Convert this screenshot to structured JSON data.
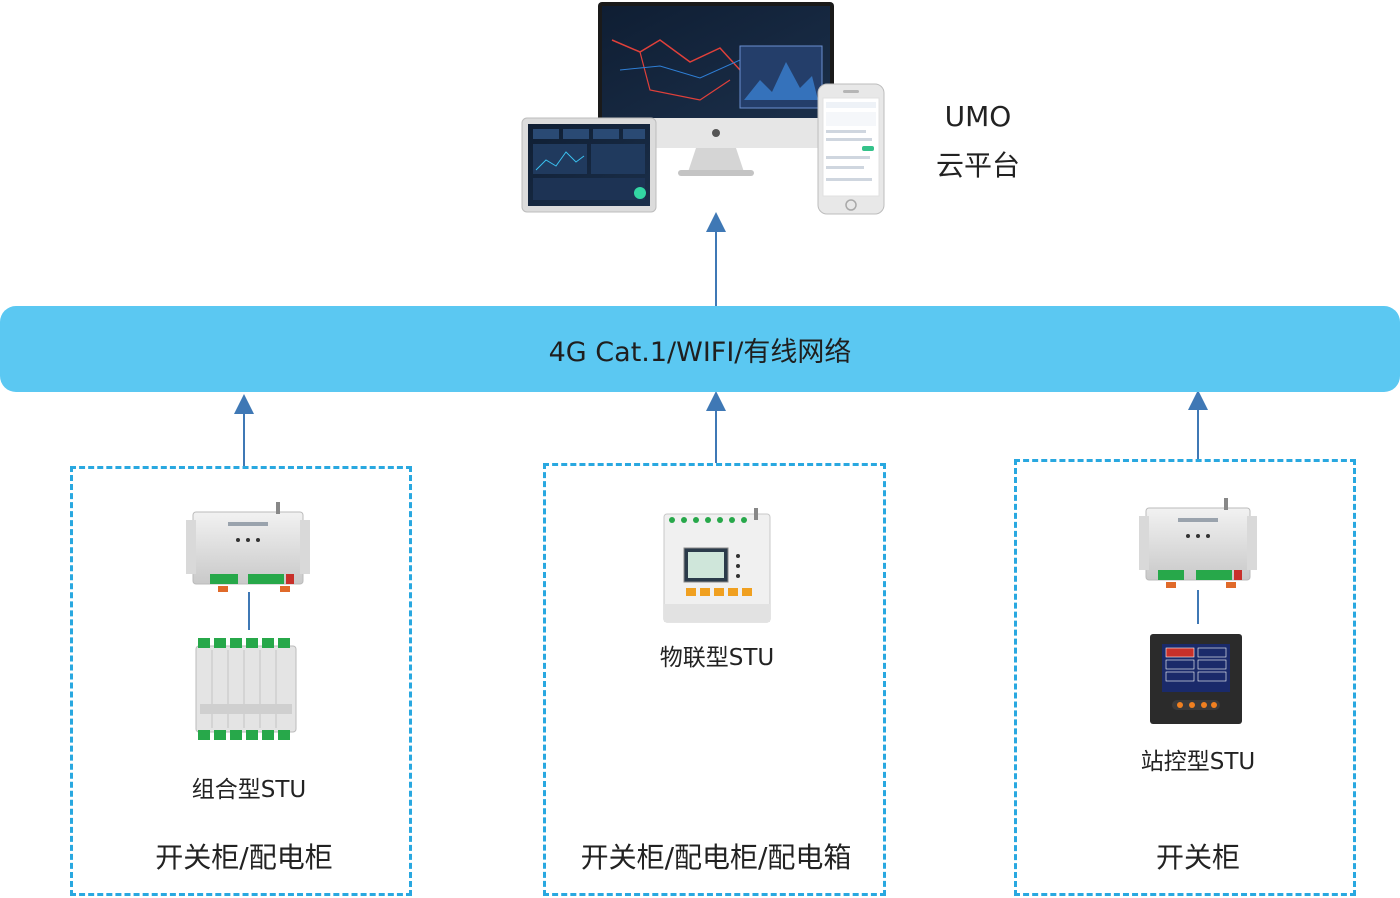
{
  "platform": {
    "line1": "UMO",
    "line2": "云平台"
  },
  "network": {
    "label": "4G Cat.1/WIFI/有线网络"
  },
  "boxes": [
    {
      "device_label": "组合型STU",
      "cabinet_label": "开关柜/配电柜"
    },
    {
      "device_label": "物联型STU",
      "cabinet_label": "开关柜/配电柜/配电箱"
    },
    {
      "device_label": "站控型STU",
      "cabinet_label": "开关柜"
    }
  ],
  "colors": {
    "network_bar": "#5bc8f2",
    "box_border": "#29a8e0",
    "arrow": "#3f78b5"
  },
  "icons": [
    "monitor-icon",
    "tablet-icon",
    "phone-icon",
    "din-rail-module-icon",
    "switch-module-icon",
    "iot-meter-icon",
    "station-controller-icon"
  ]
}
